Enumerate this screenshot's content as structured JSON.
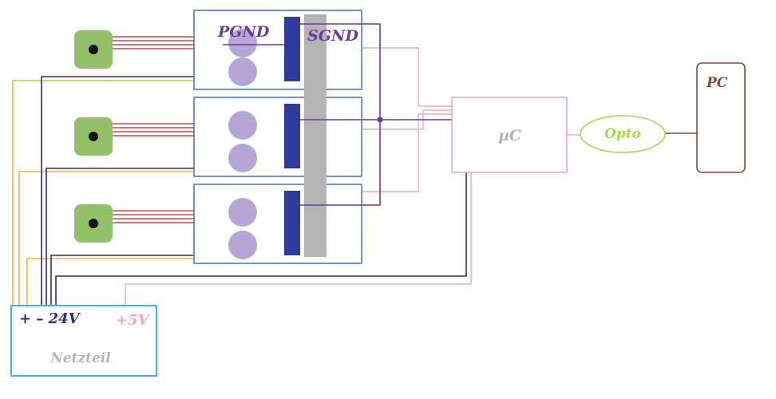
{
  "labels": {
    "pgnd": "PGND",
    "sgnd": "SGND",
    "mc": "µC",
    "opto": "Opto",
    "pc": "PC",
    "supply_voltage": "+ – 24V",
    "supply_5v": "+5V",
    "supply_name": "Netzteil"
  },
  "colors": {
    "driver_border": "#4a7cc8",
    "ground_bar": "#b4b4b4",
    "connector_block": "#2e3b9c",
    "terminal_circle": "#b6a6d6",
    "motor": "#93c06a",
    "motor_wire": "#b52828",
    "wire_24v_plus": "#f2b23c",
    "wire_24v_minus": "#2c2f7c",
    "wire_5v": "#f2a9b8",
    "wire_signal_ground": "#6a3b9e",
    "mc_border": "#f2a9b8",
    "opto_border": "#a8d84a",
    "opto_text": "#a8d84a",
    "pc_border": "#8b4a2b",
    "supply_border": "#3ab8e0"
  }
}
